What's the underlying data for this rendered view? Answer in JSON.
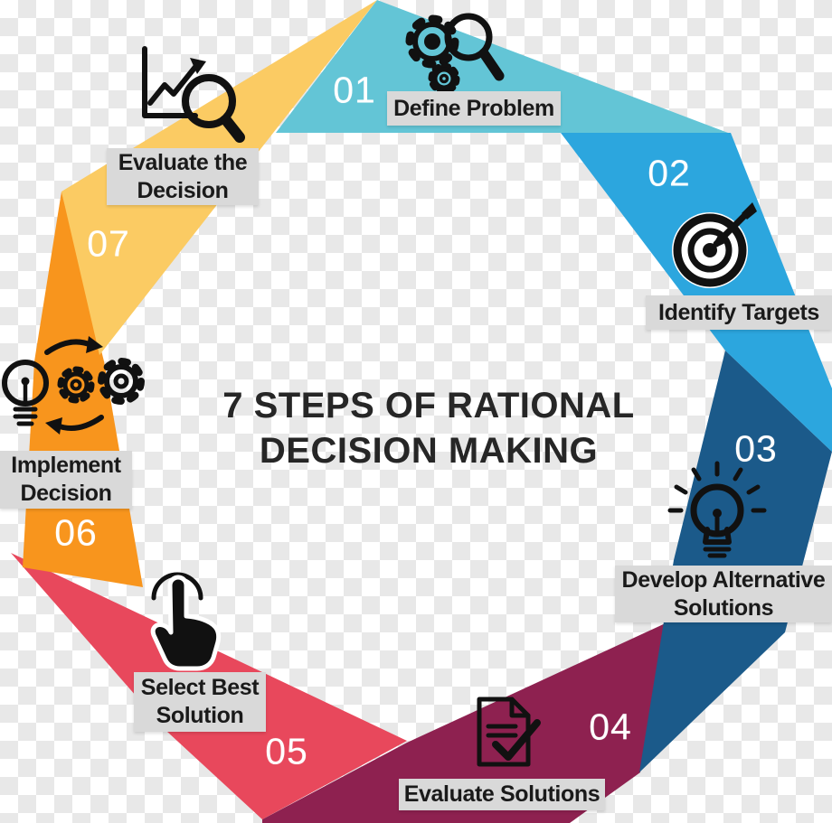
{
  "title": {
    "line1": "7 STEPS OF RATIONAL",
    "line2": "DECISION MAKING",
    "color": "#262626"
  },
  "background": {
    "checker_light": "#FFFFFF",
    "checker_dark": "#E8E8E8"
  },
  "label_style": {
    "background": "#D9D9D9",
    "text_color": "#1A1A1A",
    "number_color": "#FFFFFF"
  },
  "steps": [
    {
      "number": "01",
      "label": "Define Problem",
      "icon": "gears-magnifier-icon",
      "color": "#63C5D6"
    },
    {
      "number": "02",
      "label": "Identify Targets",
      "icon": "target-arrow-icon",
      "color": "#2CA6DE"
    },
    {
      "number": "03",
      "label": "Develop Alternative\nSolutions",
      "icon": "lightbulb-rays-icon",
      "color": "#1B5A8A"
    },
    {
      "number": "04",
      "label": "Evaluate Solutions",
      "icon": "document-check-icon",
      "color": "#8E2150"
    },
    {
      "number": "05",
      "label": "Select Best\nSolution",
      "icon": "hand-pointer-icon",
      "color": "#E8485C"
    },
    {
      "number": "06",
      "label": "Implement\nDecision",
      "icon": "bulb-gears-icon",
      "color": "#F8951D"
    },
    {
      "number": "07",
      "label": "Evaluate the\nDecision",
      "icon": "chart-magnifier-icon",
      "color": "#FBCB63"
    }
  ]
}
